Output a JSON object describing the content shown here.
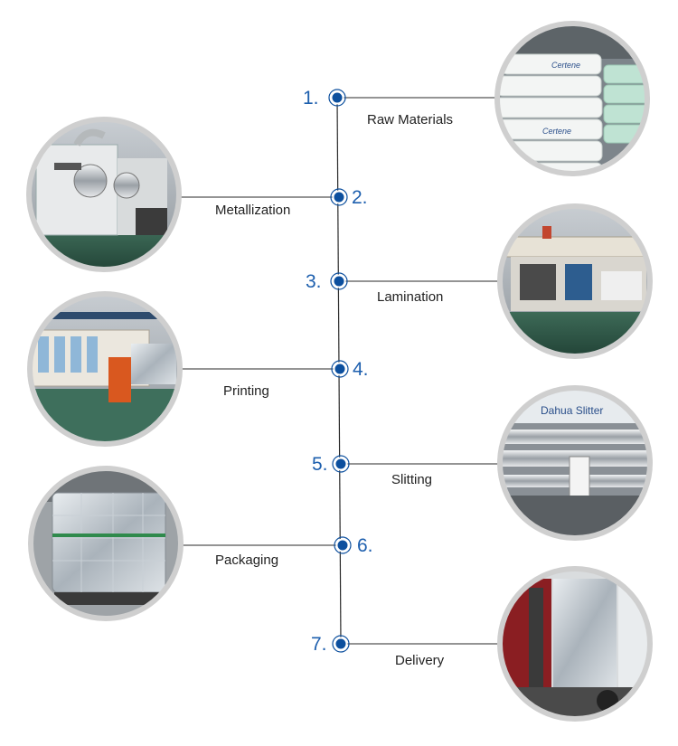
{
  "colors": {
    "accent": "#1d5fae",
    "node_ring": "#0c4f9e",
    "line": "#2a2a2a",
    "photo_border": "#cfcfcf"
  },
  "steps": [
    {
      "number": "1.",
      "label": "Raw Materials",
      "side": "right",
      "photo": "raw-materials-photo",
      "photo_text": "Certene"
    },
    {
      "number": "2.",
      "label": "Metallization",
      "side": "left",
      "photo": "metallization-photo"
    },
    {
      "number": "3.",
      "label": "Lamination",
      "side": "right",
      "photo": "lamination-photo"
    },
    {
      "number": "4.",
      "label": "Printing",
      "side": "left",
      "photo": "printing-photo"
    },
    {
      "number": "5.",
      "label": "Slitting",
      "side": "right",
      "photo": "slitting-photo",
      "photo_text": "Dahua Slitter"
    },
    {
      "number": "6.",
      "label": "Packaging",
      "side": "left",
      "photo": "packaging-photo"
    },
    {
      "number": "7.",
      "label": "Delivery",
      "side": "right",
      "photo": "delivery-photo"
    }
  ]
}
